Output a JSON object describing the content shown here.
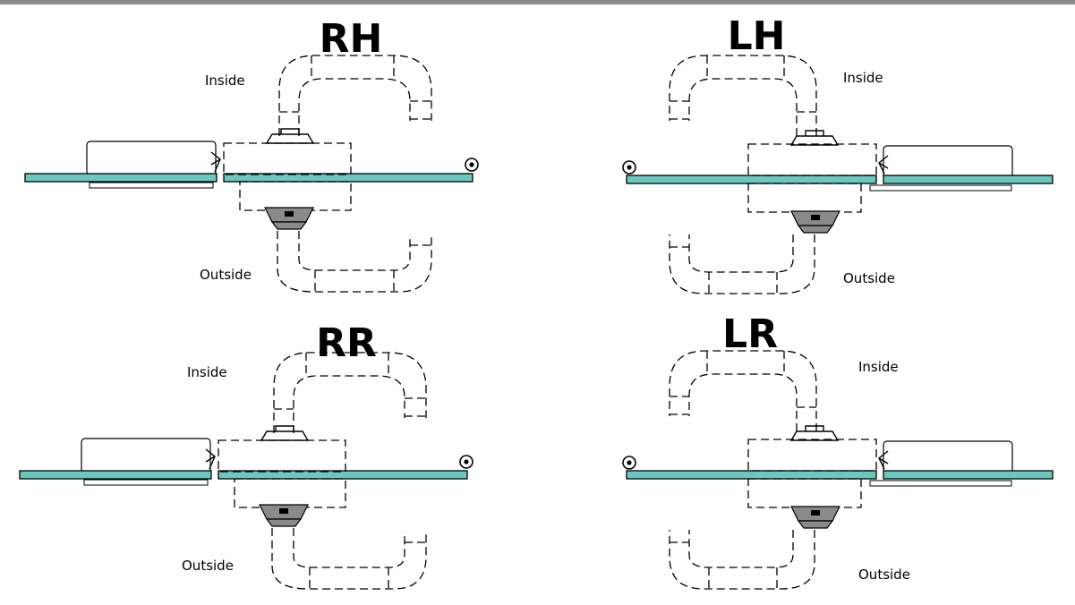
{
  "colors": {
    "glass": "#6cc7c0",
    "lock_body": "#8a8a8a",
    "top_bar": "#8c8c8c"
  },
  "diagrams": [
    {
      "id": "rh",
      "title": "RH",
      "inside_label": "Inside",
      "outside_label": "Outside"
    },
    {
      "id": "lh",
      "title": "LH",
      "inside_label": "Inside",
      "outside_label": "Outside"
    },
    {
      "id": "rr",
      "title": "RR",
      "inside_label": "Inside",
      "outside_label": "Outside"
    },
    {
      "id": "lr",
      "title": "LR",
      "inside_label": "Inside",
      "outside_label": "Outside"
    }
  ]
}
